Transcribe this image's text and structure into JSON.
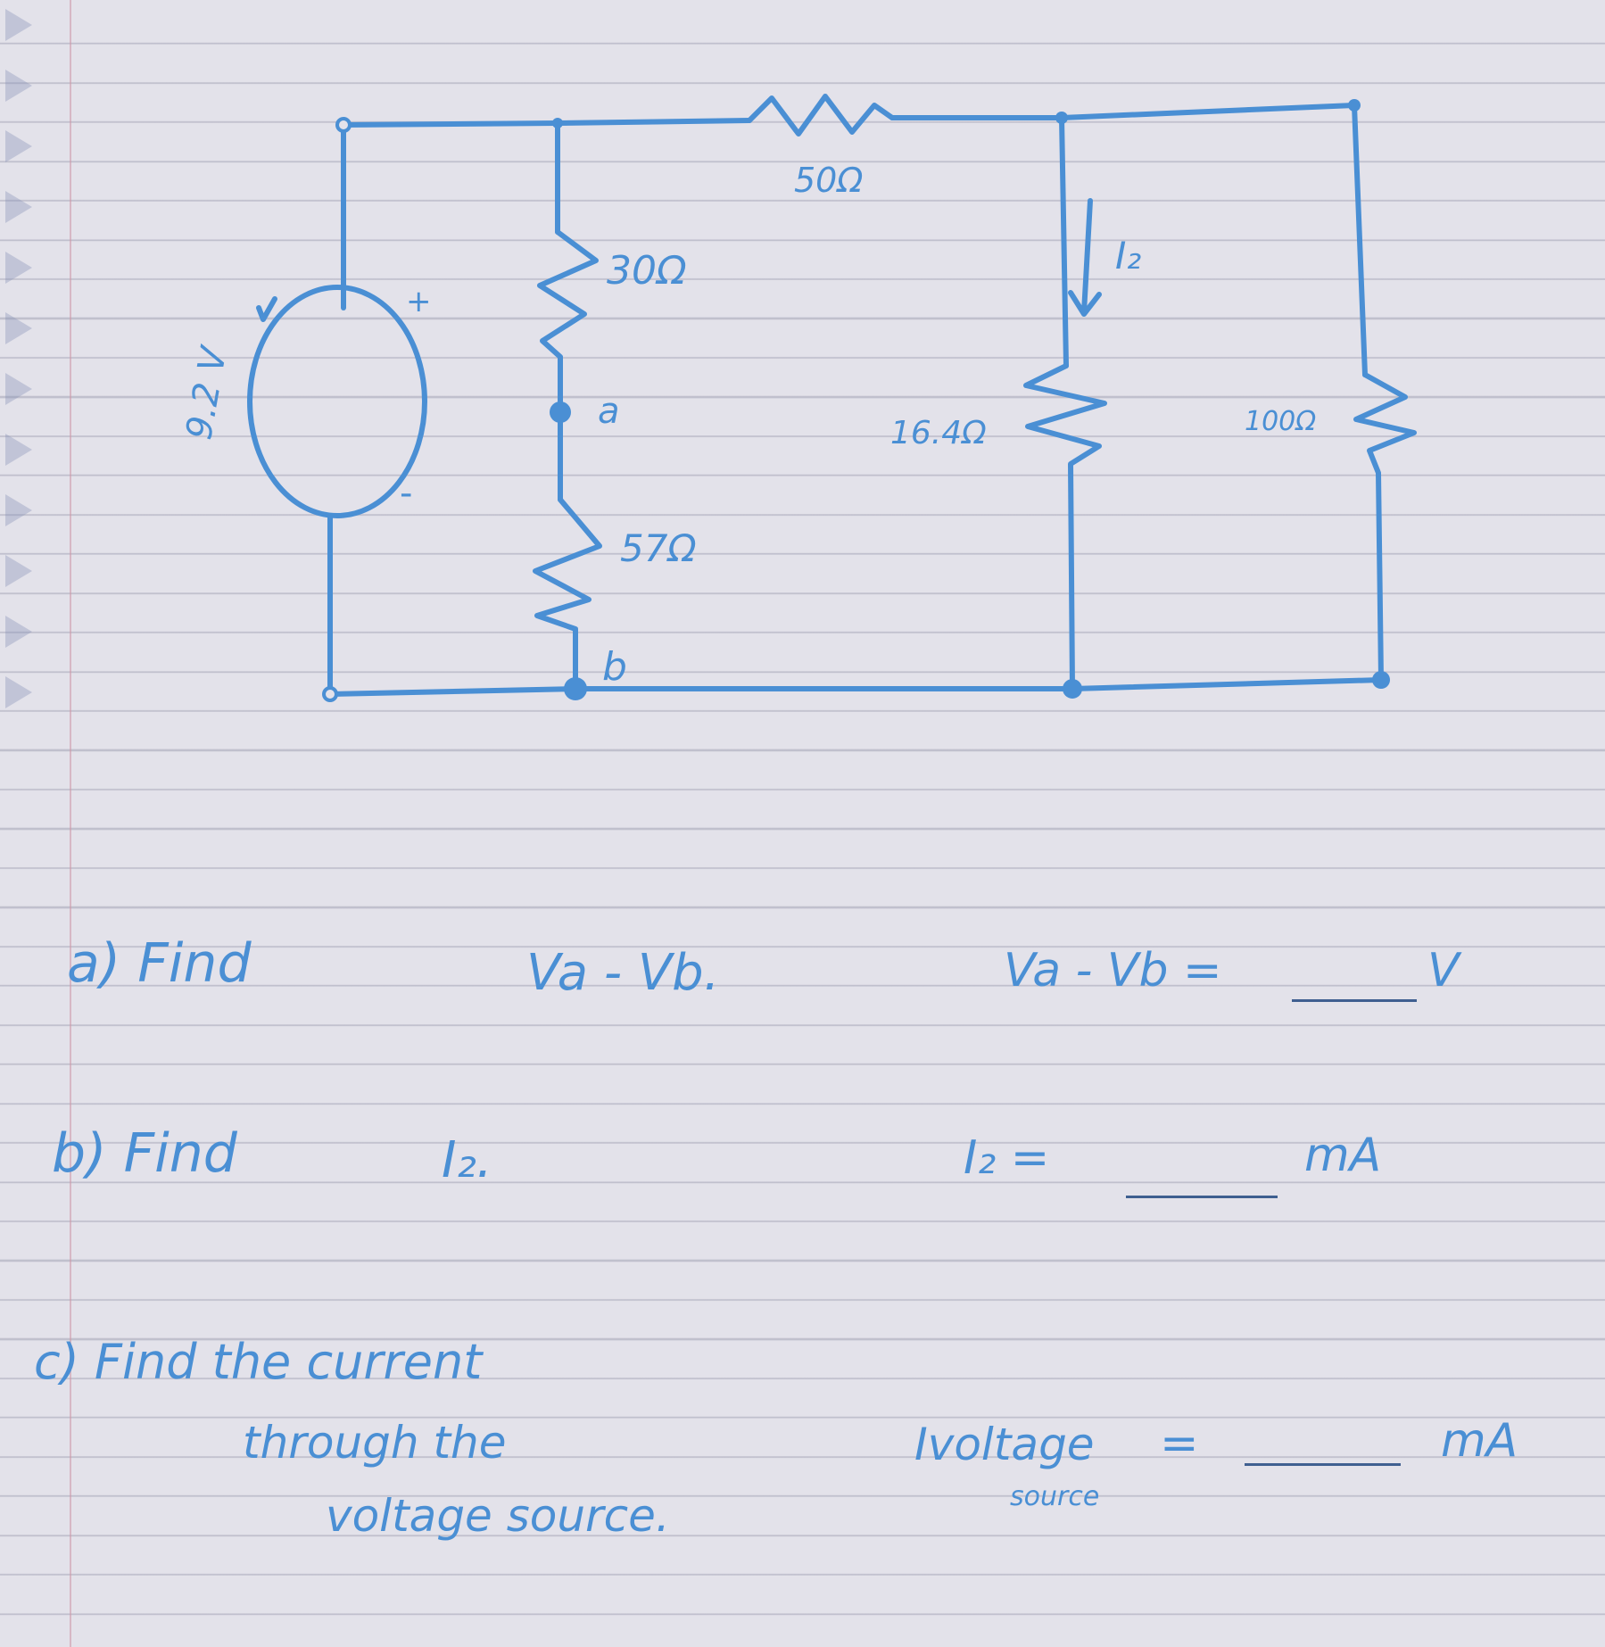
{
  "circuit": {
    "source_label": "9.2 V",
    "source_plus": "+",
    "source_minus": "-",
    "r_30": "30Ω",
    "r_57": "57Ω",
    "r_50": "50Ω",
    "r_16": "16.4Ω",
    "r_100": "100Ω",
    "node_a": "a",
    "node_b": "b",
    "current_label": "I₂"
  },
  "questions": {
    "a_prompt": "a) Find",
    "a_expr": "Va - Vb.",
    "a_answer_label": "Va - Vb =",
    "a_unit": "V",
    "b_prompt": "b) Find",
    "b_expr": "I₂.",
    "b_answer_label": "I₂ =",
    "b_unit": "mA",
    "c_prompt_line1": "c) Find the current",
    "c_prompt_line2": "through the",
    "c_prompt_line3": "voltage source.",
    "c_answer_label": "Ivoltage",
    "c_answer_sub": "source",
    "c_equals": "=",
    "c_unit": "mA"
  },
  "colors": {
    "ink": "#4a8fd4",
    "paper": "#e3e2ea",
    "rule": "#9696aa"
  }
}
